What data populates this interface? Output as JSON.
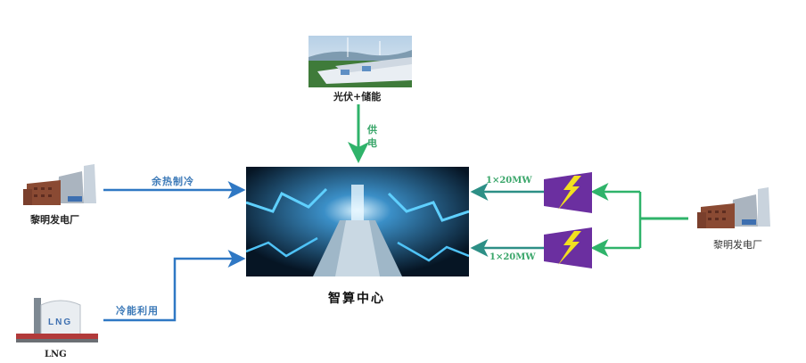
{
  "diagram": {
    "center": {
      "label": "智算中心",
      "image": "data-center-server-aisle"
    },
    "top_source": {
      "label": "光伏+储能",
      "image": "solar-storage-containers",
      "link_label_line1": "供",
      "link_label_line2": "电"
    },
    "left_top_source": {
      "label": "黎明发电厂",
      "image": "power-plant-building",
      "link_label": "余热制冷"
    },
    "left_bottom_source": {
      "label": "LNG",
      "image": "lng-tank",
      "tank_text": "LNG",
      "link_label": "冷能利用"
    },
    "right_source": {
      "label": "黎明发电厂",
      "image": "power-plant-building"
    },
    "generators": [
      {
        "label": "1×20MW",
        "icon": "generator-lightning-icon"
      },
      {
        "label": "1×20MW",
        "icon": "generator-lightning-icon"
      }
    ],
    "colors": {
      "blue_arrow": "#2f78c4",
      "green_arrow": "#2fb36a",
      "teal_arrow": "#2d8f86",
      "generator_fill": "#6b2fa0",
      "lightning": "#f2e01f"
    }
  }
}
